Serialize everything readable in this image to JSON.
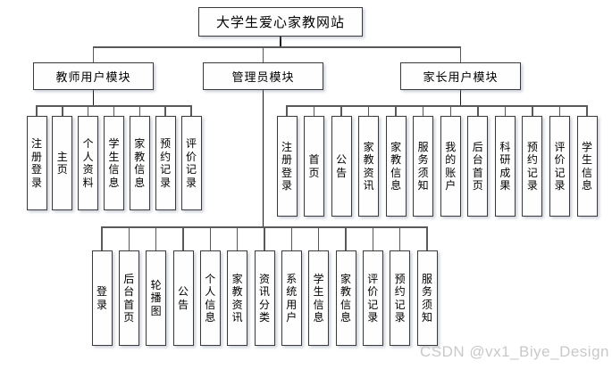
{
  "diagram": {
    "title": "大学生爱心家教网站",
    "modules": [
      {
        "label": "教师用户模块",
        "children": [
          "注册登录",
          "主页",
          "个人资料",
          "学生信息",
          "家教信息",
          "预约记录",
          "评价记录"
        ]
      },
      {
        "label": "管理员模块",
        "children": [
          "登录",
          "后台首页",
          "轮播图",
          "公告",
          "个人信息",
          "家教资讯",
          "资讯分类",
          "系统用户",
          "学生信息",
          "家教信息",
          "评价记录",
          "预约记录",
          "服务须知"
        ]
      },
      {
        "label": "家长用户模块",
        "children": [
          "注册登录",
          "首页",
          "公告",
          "家教资讯",
          "家教信息",
          "服务须知",
          "我的账户",
          "后台首页",
          "科研成果",
          "预约记录",
          "评价记录",
          "学生信息"
        ]
      }
    ],
    "watermark": "CSDN @vx1_Biye_Design",
    "colors": {
      "line": "#595959",
      "stub_line": "#1a1a1a",
      "box_border": "#3a3a3a",
      "watermark_text": "#c9c9c9",
      "background": "#ffffff"
    }
  }
}
